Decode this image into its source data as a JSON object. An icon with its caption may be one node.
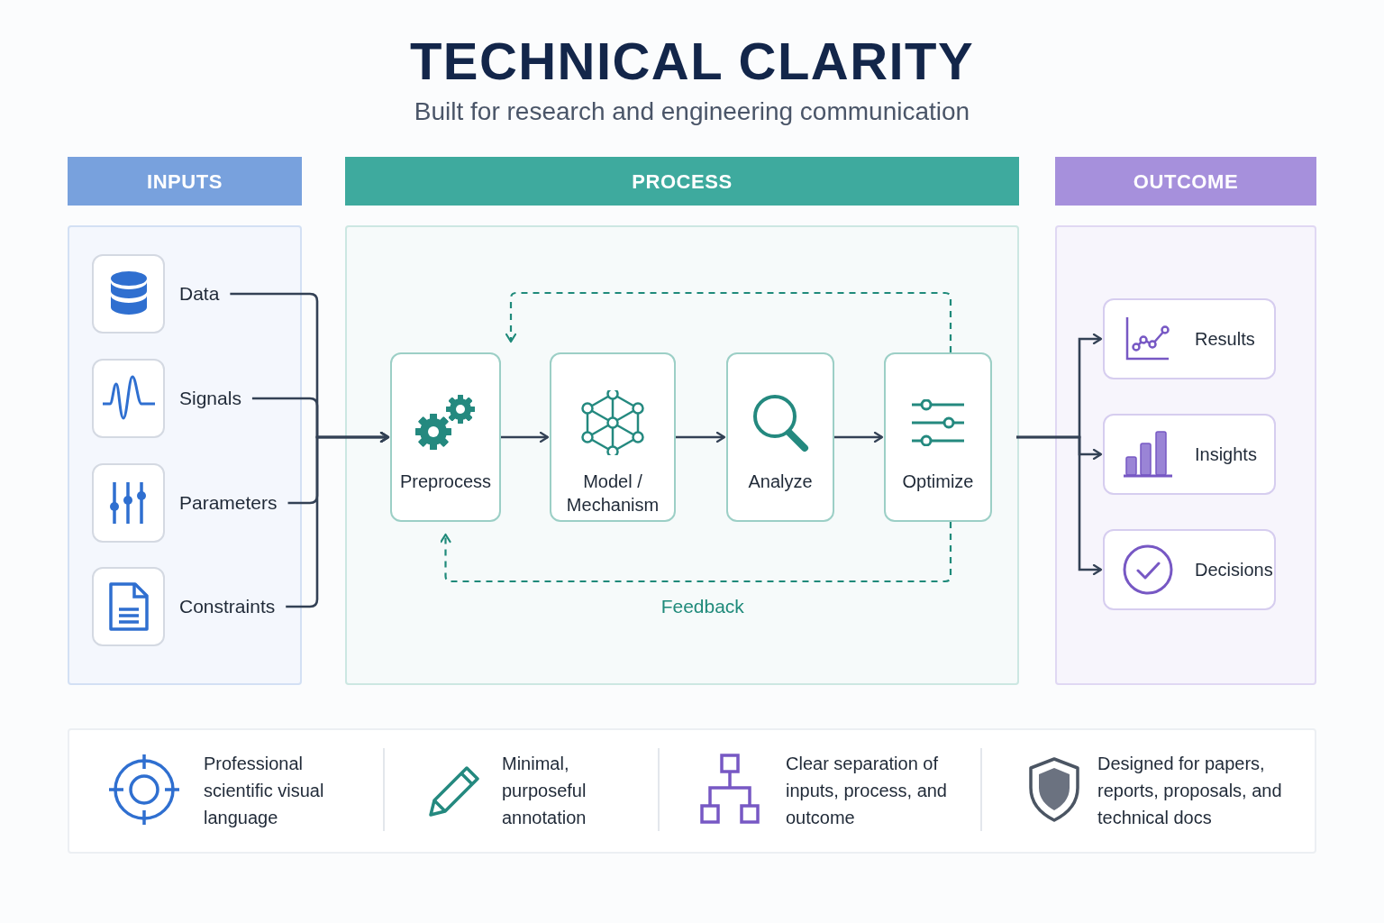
{
  "diagram": {
    "title": "TECHNICAL CLARITY",
    "nodes": [
      {
        "text": [
          "INPUTS"
        ]
      },
      {
        "text": [
          "Data"
        ],
        "in": 0
      },
      {
        "text": [
          "Signals"
        ],
        "in": 0
      },
      {
        "text": [
          "Parameters"
        ],
        "in": 0
      },
      {
        "text": [
          "Constraints"
        ],
        "in": 0
      },
      {
        "text": [
          "PROCESS"
        ]
      },
      {
        "text": [
          "Preprocess"
        ],
        "in": 5
      },
      {
        "text": [
          "Model / Mechanism"
        ],
        "in": 5
      },
      {
        "text": [
          "Analyze"
        ],
        "in": 5
      },
      {
        "text": [
          "Optimize"
        ],
        "in": 5
      },
      {
        "text": [
          "OUTCOME"
        ]
      },
      {
        "text": [
          "Results"
        ],
        "in": 10
      },
      {
        "text": [
          "Insights"
        ],
        "in": 10
      },
      {
        "text": [
          "Decisions"
        ],
        "in": 10
      }
    ],
    "edges": [
      {
        "from": 1,
        "to": 6,
        "arrow": "to"
      },
      {
        "from": 2,
        "to": 6,
        "arrow": "to"
      },
      {
        "from": 3,
        "to": 6,
        "arrow": "to"
      },
      {
        "from": 4,
        "to": 6,
        "arrow": "to"
      },
      {
        "from": 6,
        "to": 7,
        "arrow": "to"
      },
      {
        "from": 7,
        "to": 8,
        "arrow": "to"
      },
      {
        "from": 8,
        "to": 9,
        "arrow": "to"
      },
      {
        "from": 9,
        "to": 6,
        "arrow": "to",
        "style": "dashed",
        "color": "#1f8a7a"
      },
      {
        "from": 9,
        "to": 6,
        "arrow": "to",
        "style": "dashed",
        "color": "#1f8a7a",
        "label": "Feedback"
      },
      {
        "from": 9,
        "to": 11,
        "arrow": "to"
      },
      {
        "from": 9,
        "to": 12,
        "arrow": "to"
      },
      {
        "from": 9,
        "to": 13,
        "arrow": "to"
      }
    ],
    "labels": [
      "Built for research and engineering communication",
      "Professional scientific visual language",
      "Minimal, purposeful annotation",
      "Clear separation of inputs, process, and outcome",
      "Designed for papers, reports, proposals, and technical docs"
    ]
  }
}
